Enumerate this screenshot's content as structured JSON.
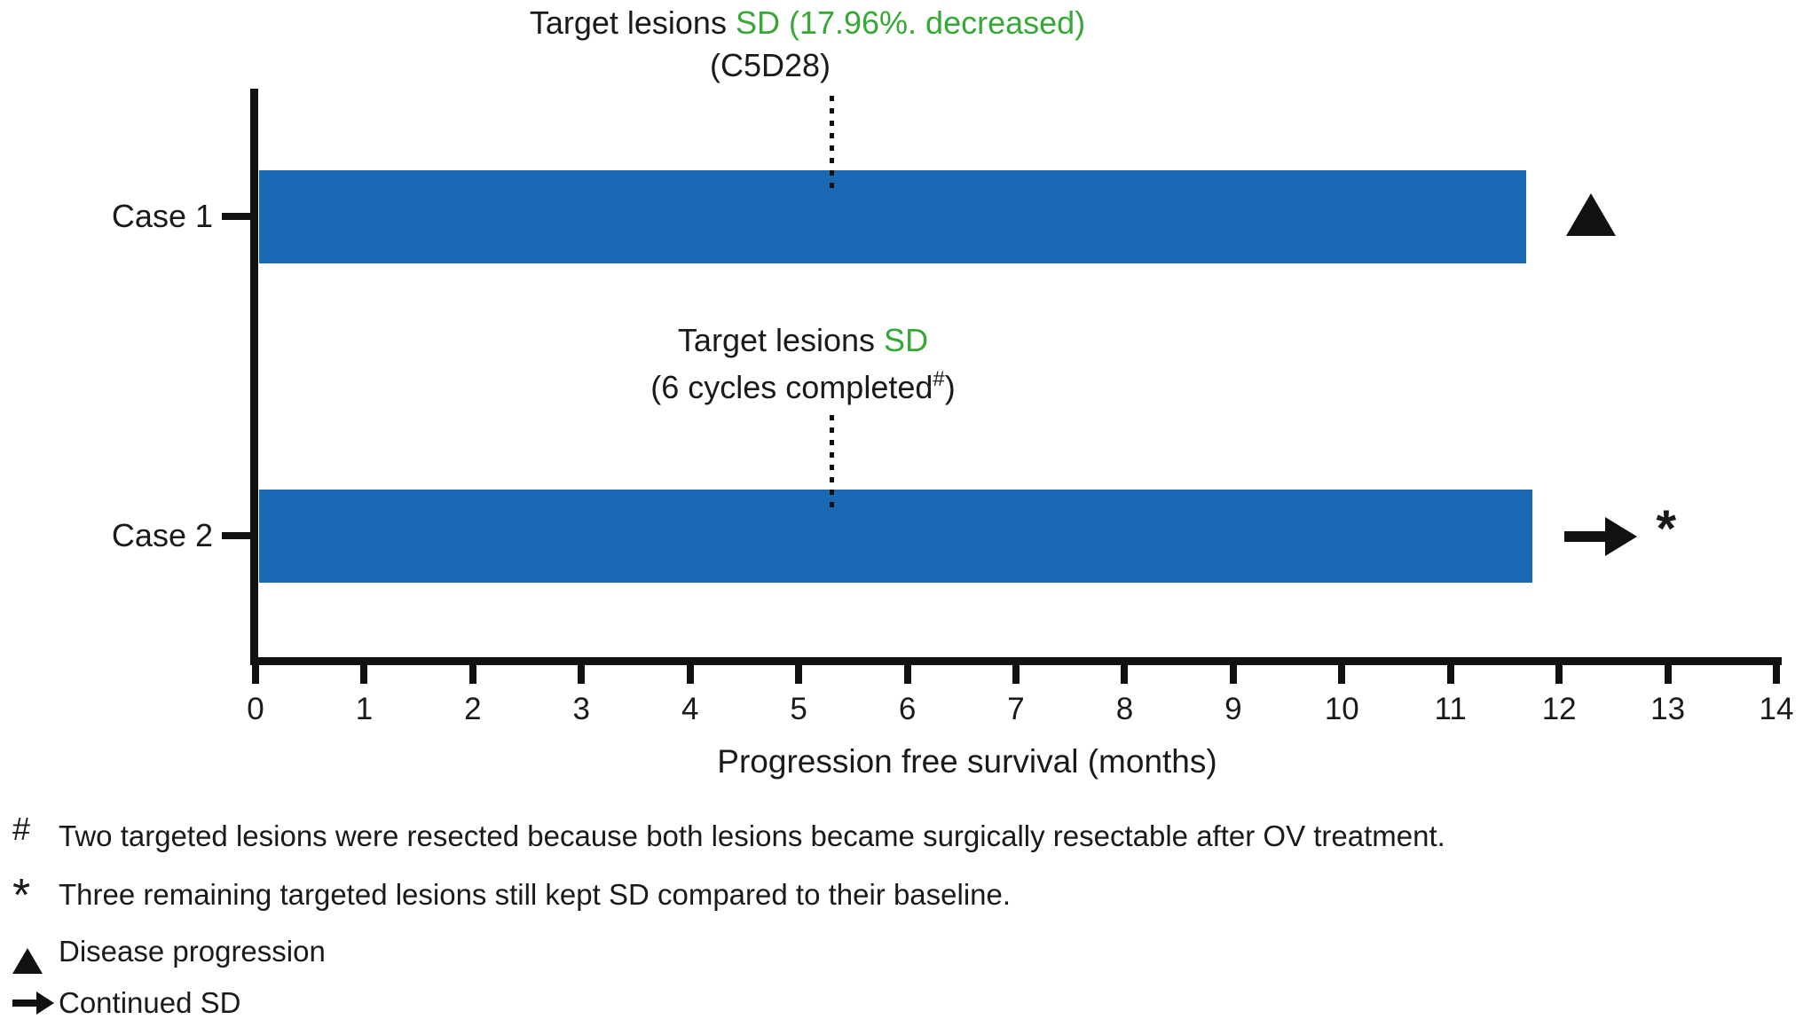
{
  "figure": {
    "case1_annotation": {
      "prefix": "Target lesions ",
      "highlight": "SD (17.96%. decreased)",
      "line2": "(C5D28)"
    },
    "case2_annotation": {
      "prefix": "Target lesions ",
      "highlight": "SD",
      "line2_pre": "(6 cycles completed",
      "line2_sup": "#",
      "line2_post": ")"
    }
  },
  "footnotes": [
    {
      "symbol": "#",
      "text": "Two targeted lesions were resected because both lesions became surgically resectable after OV treatment."
    },
    {
      "symbol": "*",
      "text": "Three remaining targeted lesions still kept SD compared to their baseline."
    },
    {
      "symbol": "triangle",
      "text": "Disease progression"
    },
    {
      "symbol": "arrow",
      "text": "Continued SD"
    }
  ],
  "chart_data": {
    "type": "bar",
    "orientation": "horizontal",
    "categories": [
      "Case 1",
      "Case 2"
    ],
    "values": [
      11.7,
      11.75
    ],
    "xlabel": "Progression free survival (months)",
    "xlim": [
      0,
      14
    ],
    "xticks": [
      0,
      1,
      2,
      3,
      4,
      5,
      6,
      7,
      8,
      9,
      10,
      11,
      12,
      13,
      14
    ],
    "grid": false,
    "bar_color": "#1A69B4",
    "highlight_color": "#35A835",
    "axis_color": "#111111",
    "dotted_line_month": 5.3,
    "markers": [
      {
        "category": "Case 1",
        "symbol": "triangle",
        "meaning": "Disease progression"
      },
      {
        "category": "Case 2",
        "symbol": "arrow-asterisk",
        "meaning": "Continued SD"
      }
    ],
    "annotations": [
      {
        "category": "Case 1",
        "line1": "Target lesions SD (17.96%. decreased)",
        "line2": "(C5D28)",
        "at_month": 5.3
      },
      {
        "category": "Case 2",
        "line1": "Target lesions SD",
        "line2": "(6 cycles completed#)",
        "at_month": 5.3
      }
    ]
  }
}
